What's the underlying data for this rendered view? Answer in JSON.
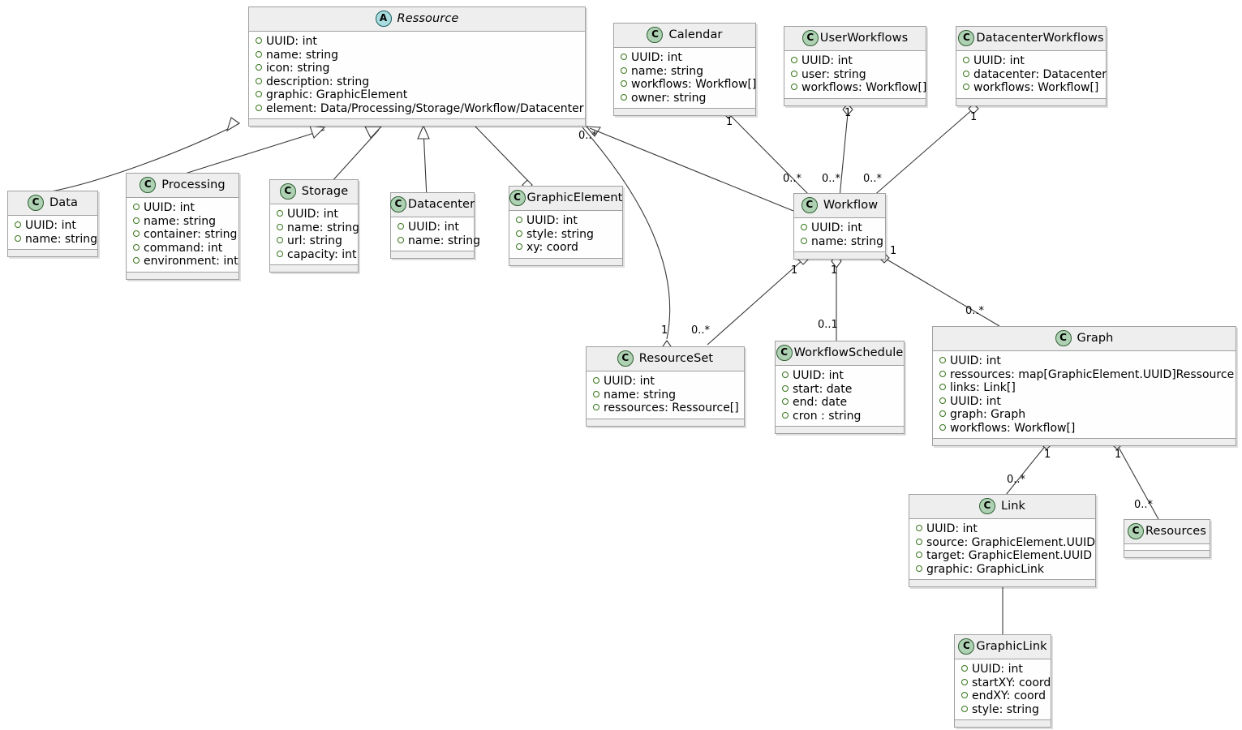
{
  "diagram": {
    "type": "uml-class-diagram",
    "background": "#FFFFFF",
    "class_fill": "#FEFEFE",
    "header_fill": "#EEEEEE",
    "border_color": "#A0A0A0",
    "line_color": "#383838",
    "concrete_icon_color": "#ADD1B2",
    "abstract_icon_color": "#A9DCDF",
    "attribute_bullet_color": "#38761D"
  },
  "icons": {
    "concrete": "C",
    "abstract": "A"
  },
  "classes": [
    {
      "id": "ressource",
      "name": "Ressource",
      "stereotype": "abstract",
      "icon": "class-abstract-icon",
      "attributes": [
        "UUID: int",
        "name: string",
        "icon: string",
        "description: string",
        "graphic: GraphicElement",
        "element: Data/Processing/Storage/Workflow/Datacenter"
      ]
    },
    {
      "id": "calendar",
      "name": "Calendar",
      "stereotype": "class",
      "icon": "class-icon",
      "attributes": [
        "UUID: int",
        "name: string",
        "workflows: Workflow[]",
        "owner: string"
      ]
    },
    {
      "id": "userworkflows",
      "name": "UserWorkflows",
      "stereotype": "class",
      "icon": "class-icon",
      "attributes": [
        "UUID: int",
        "user: string",
        "workflows: Workflow[]"
      ]
    },
    {
      "id": "datacenterworkflows",
      "name": "DatacenterWorkflows",
      "stereotype": "class",
      "icon": "class-icon",
      "attributes": [
        "UUID: int",
        "datacenter: Datacenter",
        "workflows: Workflow[]"
      ]
    },
    {
      "id": "data",
      "name": "Data",
      "stereotype": "class",
      "icon": "class-icon",
      "attributes": [
        "UUID: int",
        "name: string"
      ]
    },
    {
      "id": "processing",
      "name": "Processing",
      "stereotype": "class",
      "icon": "class-icon",
      "attributes": [
        "UUID: int",
        "name: string",
        "container: string",
        "command: int",
        "environment: int"
      ]
    },
    {
      "id": "storage",
      "name": "Storage",
      "stereotype": "class",
      "icon": "class-icon",
      "attributes": [
        "UUID: int",
        "name: string",
        "url: string",
        "capacity: int"
      ]
    },
    {
      "id": "datacenter",
      "name": "Datacenter",
      "stereotype": "class",
      "icon": "class-icon",
      "attributes": [
        "UUID: int",
        "name: string"
      ]
    },
    {
      "id": "graphicelement",
      "name": "GraphicElement",
      "stereotype": "class",
      "icon": "class-icon",
      "attributes": [
        "UUID: int",
        "style: string",
        "xy: coord"
      ]
    },
    {
      "id": "workflow",
      "name": "Workflow",
      "stereotype": "class",
      "icon": "class-icon",
      "attributes": [
        "UUID: int",
        "name: string"
      ]
    },
    {
      "id": "resourceset",
      "name": "ResourceSet",
      "stereotype": "class",
      "icon": "class-icon",
      "attributes": [
        "UUID: int",
        "name: string",
        "ressources: Ressource[]"
      ]
    },
    {
      "id": "workflowschedule",
      "name": "WorkflowSchedule",
      "stereotype": "class",
      "icon": "class-icon",
      "attributes": [
        "UUID: int",
        "start: date",
        "end: date",
        "cron : string"
      ]
    },
    {
      "id": "graph",
      "name": "Graph",
      "stereotype": "class",
      "icon": "class-icon",
      "attributes": [
        "UUID: int",
        "ressources: map[GraphicElement.UUID]Ressource",
        "links: Link[]",
        "UUID: int",
        "graph: Graph",
        "workflows: Workflow[]"
      ]
    },
    {
      "id": "link",
      "name": "Link",
      "stereotype": "class",
      "icon": "class-icon",
      "attributes": [
        "UUID: int",
        "source: GraphicElement.UUID",
        "target: GraphicElement.UUID",
        "graphic: GraphicLink"
      ]
    },
    {
      "id": "resources",
      "name": "Resources",
      "stereotype": "class",
      "icon": "class-icon",
      "attributes": []
    },
    {
      "id": "graphiclink",
      "name": "GraphicLink",
      "stereotype": "class",
      "icon": "class-icon",
      "attributes": [
        "UUID: int",
        "startXY: coord",
        "endXY: coord",
        "style: string"
      ]
    }
  ],
  "edge_labels": [
    {
      "id": "l-ressource-wf-star",
      "text": "0..*"
    },
    {
      "id": "l-calendar-1",
      "text": "1"
    },
    {
      "id": "l-userwf-1",
      "text": "1"
    },
    {
      "id": "l-dcwf-1",
      "text": "1"
    },
    {
      "id": "l-wf-calendar-star",
      "text": "0..*"
    },
    {
      "id": "l-wf-userwf-star",
      "text": "0..*"
    },
    {
      "id": "l-wf-dcwf-star",
      "text": "0..*"
    },
    {
      "id": "l-wf-rs-1",
      "text": "1"
    },
    {
      "id": "l-wf-ws-1",
      "text": "1"
    },
    {
      "id": "l-wf-graph-1",
      "text": "1"
    },
    {
      "id": "l-rs-1",
      "text": "1"
    },
    {
      "id": "l-rs-star",
      "text": "0..*"
    },
    {
      "id": "l-ws-01",
      "text": "0..1"
    },
    {
      "id": "l-graph-star",
      "text": "0..*"
    },
    {
      "id": "l-graph-link-1",
      "text": "1"
    },
    {
      "id": "l-graph-link-star",
      "text": "0..*"
    },
    {
      "id": "l-graph-res-1",
      "text": "1"
    },
    {
      "id": "l-graph-res-star",
      "text": "0..*"
    }
  ]
}
